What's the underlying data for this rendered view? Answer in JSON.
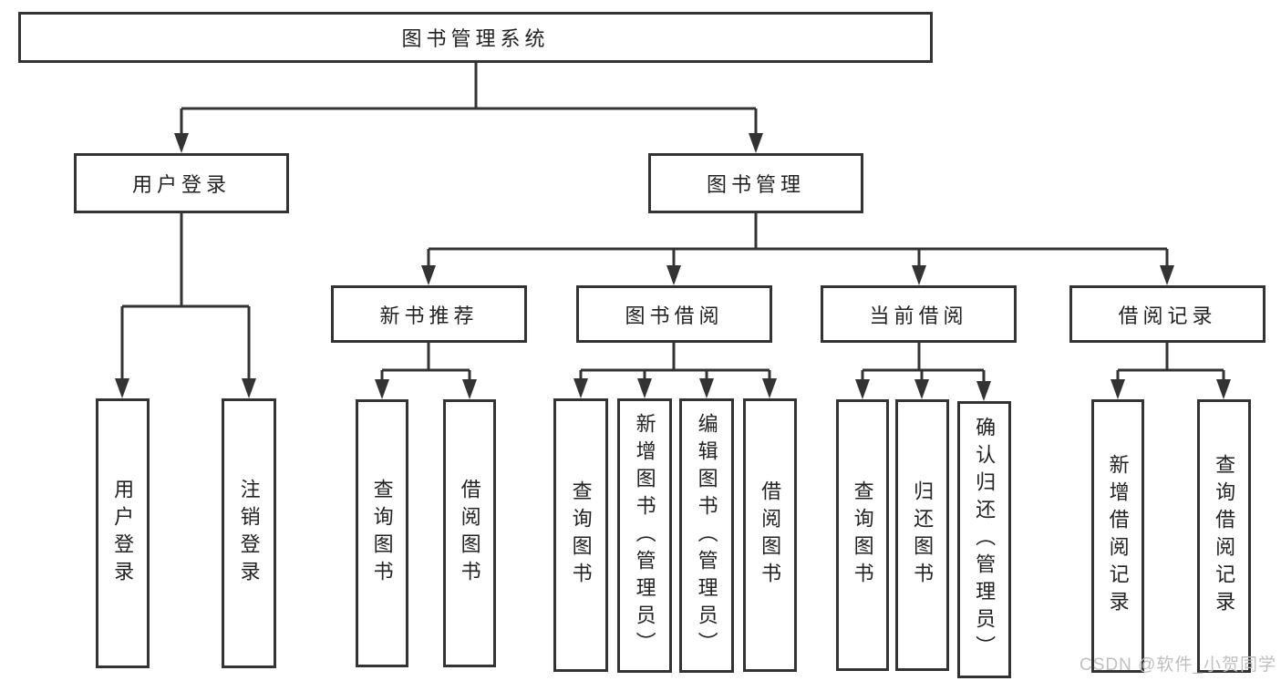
{
  "tree": {
    "root": {
      "label": "图书管理系统",
      "children": [
        {
          "label": "用户登录",
          "children": [
            {
              "label": "用户登录"
            },
            {
              "label": "注销登录"
            }
          ]
        },
        {
          "label": "图书管理",
          "children": [
            {
              "label": "新书推荐",
              "children": [
                {
                  "label": "查询图书"
                },
                {
                  "label": "借阅图书"
                }
              ]
            },
            {
              "label": "图书借阅",
              "children": [
                {
                  "label": "查询图书"
                },
                {
                  "label": "新增图书（管理员）"
                },
                {
                  "label": "编辑图书（管理员）"
                },
                {
                  "label": "借阅图书"
                }
              ]
            },
            {
              "label": "当前借阅",
              "children": [
                {
                  "label": "查询图书"
                },
                {
                  "label": "归还图书"
                },
                {
                  "label": "确认归还（管理员）"
                }
              ]
            },
            {
              "label": "借阅记录",
              "children": [
                {
                  "label": "新增借阅记录"
                },
                {
                  "label": "查询借阅记录"
                }
              ]
            }
          ]
        }
      ]
    }
  },
  "watermark": {
    "text": "CSDN @软件_小贺同学"
  },
  "colors": {
    "line": "#333333",
    "box_border": "#333333",
    "text": "#222222",
    "background": "#ffffff",
    "watermark": "#bfbfc1"
  }
}
